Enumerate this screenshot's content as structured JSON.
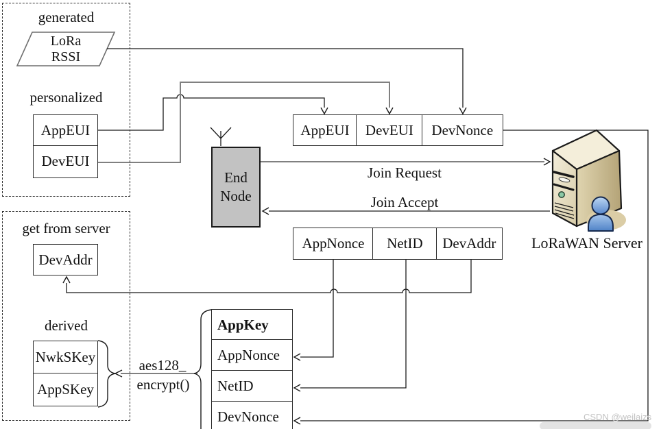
{
  "groups": {
    "generated": {
      "label": "generated",
      "lora": "LoRa",
      "rssi": "RSSI",
      "personalized_label": "personalized",
      "app_eui": "AppEUI",
      "dev_eui": "DevEUI"
    },
    "get_from_server": {
      "label": "get from server",
      "dev_addr": "DevAddr",
      "derived_label": "derived",
      "nwk_s_key": "NwkSKey",
      "app_s_key": "AppSKey"
    }
  },
  "join_request_fields": {
    "app_eui": "AppEUI",
    "dev_eui": "DevEUI",
    "dev_nonce": "DevNonce"
  },
  "join_accept_fields": {
    "app_nonce": "AppNonce",
    "net_id": "NetID",
    "dev_addr": "DevAddr"
  },
  "end_node": {
    "line1": "End",
    "line2": "Node"
  },
  "messages": {
    "join_request": "Join Request",
    "join_accept": "Join Accept"
  },
  "server": {
    "label": "LoRaWAN Server"
  },
  "aes": {
    "line1": "aes128_",
    "line2": "encrypt()"
  },
  "appkey_table": {
    "header": "AppKey",
    "row1": "AppNonce",
    "row2": "NetID",
    "row3": "DevNonce"
  },
  "watermark": {
    "text": "CSDN @weilaizs"
  },
  "colors": {
    "connector_gray": "#808080",
    "connector_black": "#1a1a1a",
    "end_node_fill": "#c2c2c2",
    "server_front": "#ece4cd",
    "server_side": "#c9ba8f",
    "server_top": "#f4eeda",
    "person_blue": "#5b8fd4",
    "led_green": "#8cc9a6",
    "watermark_gray": "#c3c3c3"
  }
}
